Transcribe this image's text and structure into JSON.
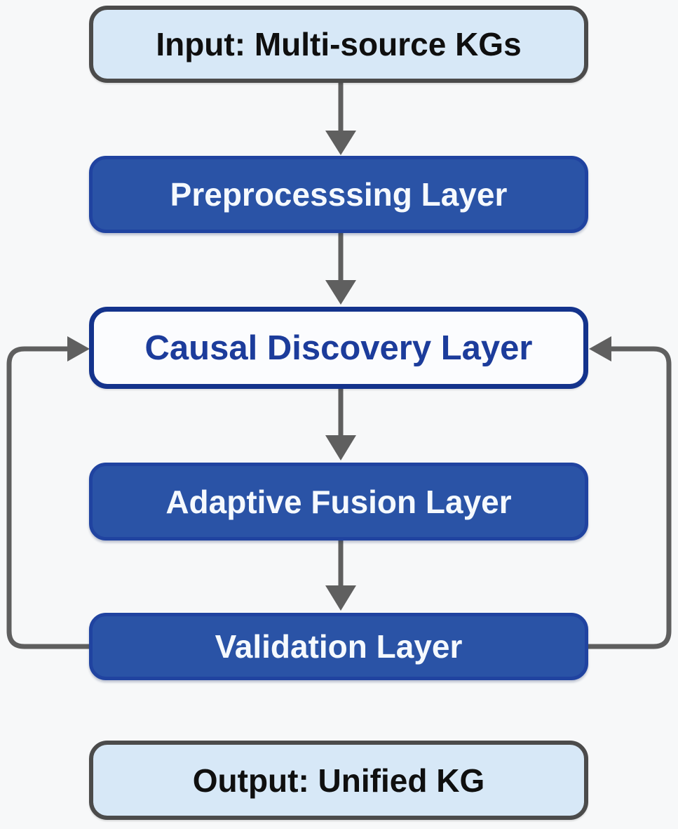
{
  "diagram": {
    "nodes": {
      "input": {
        "label": "Input: Multi-source KGs",
        "type": "io"
      },
      "preprocessing": {
        "label": "Preprocesssing Layer",
        "type": "process"
      },
      "causal": {
        "label": "Causal Discovery Layer",
        "type": "highlight"
      },
      "fusion": {
        "label": "Adaptive Fusion Layer",
        "type": "process"
      },
      "validation": {
        "label": "Validation Layer",
        "type": "process"
      },
      "output": {
        "label": "Output: Unified KG",
        "type": "io"
      }
    },
    "edges": [
      {
        "from": "input",
        "to": "preprocessing",
        "style": "arrow-down"
      },
      {
        "from": "preprocessing",
        "to": "causal",
        "style": "arrow-down"
      },
      {
        "from": "causal",
        "to": "fusion",
        "style": "arrow-down"
      },
      {
        "from": "fusion",
        "to": "validation",
        "style": "arrow-down"
      },
      {
        "from": "validation",
        "to": "causal",
        "style": "feedback-loop-left"
      },
      {
        "from": "validation",
        "to": "causal",
        "style": "feedback-loop-right"
      }
    ],
    "colors": {
      "process_fill": "#2a53a6",
      "process_border": "#2043a0",
      "process_text": "#f5f9fd",
      "io_fill": "#d7e8f7",
      "io_border": "#4b4b4b",
      "io_text": "#0f0f0f",
      "highlight_fill": "#fbfcfe",
      "highlight_border": "#14338c",
      "highlight_text": "#1c3c9b",
      "arrow": "#5f5f5f",
      "background": "#f7f8f9"
    }
  }
}
